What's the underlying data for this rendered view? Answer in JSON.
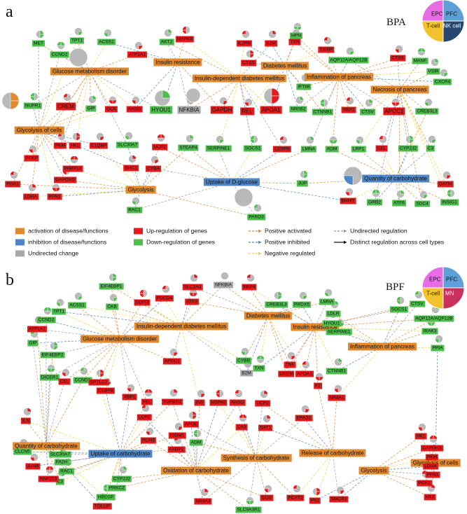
{
  "panels": {
    "a": {
      "letter": "a",
      "title": "BPA",
      "pie_legend": {
        "quadrants": [
          {
            "label": "EPC",
            "color": "#e86de4"
          },
          {
            "label": "PFC",
            "color": "#5d9fd6"
          },
          {
            "label": "T-cell",
            "color": "#f2c12e"
          },
          {
            "label": "NK cell",
            "color": "#27476e"
          }
        ]
      }
    },
    "b": {
      "letter": "b",
      "title": "BPF",
      "pie_legend": {
        "quadrants": [
          {
            "label": "EPC",
            "color": "#e86de4"
          },
          {
            "label": "PFC",
            "color": "#5d9fd6"
          },
          {
            "label": "T-cell",
            "color": "#f2c12e"
          },
          {
            "label": "MN",
            "color": "#c9305e"
          }
        ]
      }
    }
  },
  "colors": {
    "activation": "#e0892f",
    "inhibition": "#4f86c6",
    "undirected": "#a8a8a8",
    "up": "#e41a1c",
    "down": "#4dbd4d",
    "edge_pos_act": "#e0892f",
    "edge_pos_inh": "#4f86c6",
    "edge_neg": "#f0d23a",
    "edge_undir": "#9a9a9a",
    "edge_distinct": "#111111"
  },
  "key": {
    "activation": "activation of disease/functions",
    "inhibition": "inhibition of disease/functions",
    "undirected_change": "Undirected change",
    "up": "Up-regulation of genes",
    "down": "Down-regulation of genes",
    "positive_activated": "Positive activated",
    "positive_inhibited": "Positive inhibited",
    "negative_regulated": "Negative regulated",
    "undirected_regulation": "Undirected regulation",
    "distinct_regulation": "Distinct regulation across cell types"
  },
  "network_a": {
    "processes": [
      {
        "id": "gmd",
        "label": "Glucose metabolism disorder",
        "type": "act"
      },
      {
        "id": "ir",
        "label": "Insulin resistance",
        "type": "act"
      },
      {
        "id": "iddm",
        "label": "Insulin-dependent diabetes mellitus",
        "type": "act"
      },
      {
        "id": "dm",
        "label": "Diabetes mellitus",
        "type": "act"
      },
      {
        "id": "iop",
        "label": "Inflammation of pancreas",
        "type": "act"
      },
      {
        "id": "nop",
        "label": "Necrosis of pancreas",
        "type": "act"
      },
      {
        "id": "goc",
        "label": "Glycolysis of cells",
        "type": "act"
      },
      {
        "id": "gly",
        "label": "Glycolysis",
        "type": "act"
      },
      {
        "id": "udg",
        "label": "Uptake of D-glucose",
        "type": "inh"
      },
      {
        "id": "qoc",
        "label": "Quantity of carbohydrate",
        "type": "inh"
      }
    ],
    "genes": [
      {
        "id": "MET",
        "label": "MET",
        "reg": "down"
      },
      {
        "id": "TPT1",
        "label": "TPT1",
        "reg": "down"
      },
      {
        "id": "ACSS1",
        "label": "ACSS1",
        "reg": "down"
      },
      {
        "id": "CCND2",
        "label": "CCND2",
        "reg": "down"
      },
      {
        "id": "AKT2",
        "label": "AKT2",
        "reg": "down"
      },
      {
        "id": "ATP1A1",
        "label": "ATP1A1",
        "reg": "up"
      },
      {
        "id": "MAPK8",
        "label": "MAPK8",
        "reg": "up"
      },
      {
        "id": "IL2RB",
        "label": "IL2RB",
        "reg": "up"
      },
      {
        "id": "B2M",
        "label": "B2M",
        "reg": "up"
      },
      {
        "id": "HPN",
        "label": "HPN",
        "reg": "down"
      },
      {
        "id": "TXN",
        "label": "TXN",
        "reg": "up"
      },
      {
        "id": "TXNIP",
        "label": "TXNIP",
        "reg": "up"
      },
      {
        "id": "CTSS",
        "label": "CTSS",
        "reg": "up"
      },
      {
        "id": "AQP12",
        "label": "AQP12A/AQP12B",
        "reg": "down"
      },
      {
        "id": "CTSB",
        "label": "CTSB",
        "reg": "up"
      },
      {
        "id": "MANF",
        "label": "MANF",
        "reg": "down"
      },
      {
        "id": "VSIR",
        "label": "VSIR",
        "reg": "down"
      },
      {
        "id": "CXCR4",
        "label": "CXCR4",
        "reg": "down"
      },
      {
        "id": "NUPR1",
        "label": "NUPR1",
        "reg": "down"
      },
      {
        "id": "CREM",
        "label": "CREM",
        "reg": "up"
      },
      {
        "id": "GIP",
        "label": "GIP",
        "reg": "down"
      },
      {
        "id": "GCK",
        "label": "GCK",
        "reg": "up"
      },
      {
        "id": "AHSG",
        "label": "AHSG",
        "reg": "up"
      },
      {
        "id": "HYOU1",
        "label": "HYOU1",
        "reg": "down"
      },
      {
        "id": "NFKBIA",
        "label": "NFKBIA",
        "reg": "none"
      },
      {
        "id": "GAPDH",
        "label": "GAPDH",
        "reg": "up"
      },
      {
        "id": "REL",
        "label": "REL",
        "reg": "up"
      },
      {
        "id": "APOA1",
        "label": "APOA1",
        "reg": "up"
      },
      {
        "id": "NR0B2",
        "label": "NR0B2",
        "reg": "down"
      },
      {
        "id": "IFT88",
        "label": "IFT88",
        "reg": "down"
      },
      {
        "id": "CTNNB1",
        "label": "CTNNB1",
        "reg": "down"
      },
      {
        "id": "XBP1",
        "label": "XBP1",
        "reg": "up"
      },
      {
        "id": "CTSV",
        "label": "CTSV",
        "reg": "down"
      },
      {
        "id": "APOC1",
        "label": "APOC1",
        "reg": "up"
      },
      {
        "id": "CREB3L3",
        "label": "CREB3L3",
        "reg": "down"
      },
      {
        "id": "PKM",
        "label": "PKM",
        "reg": "up"
      },
      {
        "id": "HK1",
        "label": "HK1",
        "reg": "up"
      },
      {
        "id": "C1QBP",
        "label": "C1QBP",
        "reg": "up"
      },
      {
        "id": "SLC30A7",
        "label": "SLC30A7",
        "reg": "down"
      },
      {
        "id": "UCP2",
        "label": "UCP2",
        "reg": "up"
      },
      {
        "id": "STEAP4",
        "label": "STEAP4",
        "reg": "down"
      },
      {
        "id": "SERPINE1",
        "label": "SERPINE1",
        "reg": "down"
      },
      {
        "id": "SOCS1",
        "label": "SOCS1",
        "reg": "down"
      },
      {
        "id": "CEBPB",
        "label": "CEBPB",
        "reg": "up"
      },
      {
        "id": "LMNA",
        "label": "LMNA",
        "reg": "down"
      },
      {
        "id": "ADM",
        "label": "ADM",
        "reg": "down"
      },
      {
        "id": "LRP1",
        "label": "LRP1",
        "reg": "down"
      },
      {
        "id": "CEL",
        "label": "CEL",
        "reg": "up"
      },
      {
        "id": "CYP2J2",
        "label": "CYP2J2",
        "reg": "down"
      },
      {
        "id": "C3",
        "label": "C3",
        "reg": "down"
      },
      {
        "id": "PFKP",
        "label": "PFKP",
        "reg": "up"
      },
      {
        "id": "PARP14",
        "label": "PARP14",
        "reg": "up"
      },
      {
        "id": "SHC1",
        "label": "SHC1",
        "reg": "up"
      },
      {
        "id": "CYBA",
        "label": "CYBA",
        "reg": "up"
      },
      {
        "id": "GAPDHS",
        "label": "GAPDHS",
        "reg": "up"
      },
      {
        "id": "PGK1",
        "label": "PGK1",
        "reg": "up"
      },
      {
        "id": "LDHA",
        "label": "LDHA",
        "reg": "up"
      },
      {
        "id": "PFN1",
        "label": "PFN1",
        "reg": "up"
      },
      {
        "id": "RAC1",
        "label": "RAC1",
        "reg": "down"
      },
      {
        "id": "PARD3",
        "label": "PARD3",
        "reg": "down"
      },
      {
        "id": "JUP",
        "label": "JUP",
        "reg": "down"
      },
      {
        "id": "GATM",
        "label": "GATM",
        "reg": "up"
      },
      {
        "id": "BHMT",
        "label": "BHMT",
        "reg": "up"
      },
      {
        "id": "GRB2",
        "label": "GRB2",
        "reg": "down"
      },
      {
        "id": "ATF6",
        "label": "ATF6",
        "reg": "down"
      },
      {
        "id": "SDC4",
        "label": "SDC4",
        "reg": "down"
      },
      {
        "id": "INSIG1",
        "label": "INSIG1",
        "reg": "down"
      }
    ]
  },
  "network_b": {
    "processes": [
      {
        "id": "gmd",
        "label": "Glucose metabolism disorder",
        "type": "act"
      },
      {
        "id": "iddm",
        "label": "Insulin-dependent diabetes mellitus",
        "type": "act"
      },
      {
        "id": "dm",
        "label": "Diabetes mellitus",
        "type": "act"
      },
      {
        "id": "ir",
        "label": "Insulin resistance",
        "type": "act"
      },
      {
        "id": "iop",
        "label": "Inflammation of pancreas",
        "type": "act"
      },
      {
        "id": "goc",
        "label": "Glycolysis of cells",
        "type": "act"
      },
      {
        "id": "qoc",
        "label": "Quantity of carbohydrate",
        "type": "act"
      },
      {
        "id": "uoc",
        "label": "Uptake of carbohydrate",
        "type": "inh"
      },
      {
        "id": "ooc",
        "label": "Oxidation of carbohydrate",
        "type": "act"
      },
      {
        "id": "soc",
        "label": "Synthesis of carbohydrate",
        "type": "act"
      },
      {
        "id": "roc",
        "label": "Release of carbohydrate",
        "type": "act"
      },
      {
        "id": "gly",
        "label": "Glycolysis",
        "type": "act"
      }
    ],
    "genes": [
      {
        "id": "EIF4EBP1",
        "label": "EIF4EBP1",
        "reg": "down"
      },
      {
        "id": "ACSS1",
        "label": "ACSS1",
        "reg": "down"
      },
      {
        "id": "TPT1",
        "label": "TPT1",
        "reg": "down"
      },
      {
        "id": "CCND2",
        "label": "CCND2",
        "reg": "down"
      },
      {
        "id": "ATP1A1",
        "label": "ATP1A1",
        "reg": "up"
      },
      {
        "id": "CKB",
        "label": "CKB",
        "reg": "down"
      },
      {
        "id": "DDIT3",
        "label": "DDIT3",
        "reg": "up"
      },
      {
        "id": "PDCD4",
        "label": "PDCD4",
        "reg": "up"
      },
      {
        "id": "SLC2A3",
        "label": "SLC2A3",
        "reg": "up"
      },
      {
        "id": "ATF3",
        "label": "ATF3",
        "reg": "up"
      },
      {
        "id": "NFKBIA",
        "label": "NFKBIA",
        "reg": "none"
      },
      {
        "id": "RBP4",
        "label": "RBP4",
        "reg": "up"
      },
      {
        "id": "CREB3L3",
        "label": "CREB3L3",
        "reg": "down"
      },
      {
        "id": "PRDX5",
        "label": "PRDX5",
        "reg": "down"
      },
      {
        "id": "LMNA",
        "label": "LMNA",
        "reg": "down"
      },
      {
        "id": "LDLR",
        "label": "LDLR",
        "reg": "down"
      },
      {
        "id": "HYOU1",
        "label": "HYOU1",
        "reg": "down"
      },
      {
        "id": "SERPINE1",
        "label": "SERPINE1",
        "reg": "down"
      },
      {
        "id": "SOCS1",
        "label": "SOCS1",
        "reg": "down"
      },
      {
        "id": "CTSV",
        "label": "CTSV",
        "reg": "down"
      },
      {
        "id": "AQP12",
        "label": "AQP12A/AQP12B",
        "reg": "down"
      },
      {
        "id": "IRAK3",
        "label": "IRAK3",
        "reg": "down"
      },
      {
        "id": "PPIA",
        "label": "PPIA",
        "reg": "down"
      },
      {
        "id": "GIP",
        "label": "GIP",
        "reg": "down"
      },
      {
        "id": "EIF4EBP2",
        "label": "EIF4EBP2",
        "reg": "down"
      },
      {
        "id": "APOC1",
        "label": "APOC1",
        "reg": "up"
      },
      {
        "id": "CYBB",
        "label": "CYBB",
        "reg": "down"
      },
      {
        "id": "TXN",
        "label": "TXN",
        "reg": "down"
      },
      {
        "id": "B2M",
        "label": "B2M",
        "reg": "none"
      },
      {
        "id": "TNF",
        "label": "TNF",
        "reg": "up"
      },
      {
        "id": "CREM",
        "label": "CREM",
        "reg": "up"
      },
      {
        "id": "APOA1",
        "label": "APOA1",
        "reg": "up"
      },
      {
        "id": "CTNNB1",
        "label": "CTNNB1",
        "reg": "down"
      },
      {
        "id": "DICER1",
        "label": "DICER1",
        "reg": "down"
      },
      {
        "id": "CEL",
        "label": "CEL",
        "reg": "up"
      },
      {
        "id": "CCND1",
        "label": "CCND1",
        "reg": "down"
      },
      {
        "id": "SPTLC2",
        "label": "SPTLC2",
        "reg": "up"
      },
      {
        "id": "CEBPB",
        "label": "CEBPB",
        "reg": "up"
      },
      {
        "id": "XBP1",
        "label": "XBP1",
        "reg": "up"
      },
      {
        "id": "FEL",
        "label": "FEL",
        "reg": "up"
      },
      {
        "id": "TGFBR2",
        "label": "TGFBR2",
        "reg": "up"
      },
      {
        "id": "INS",
        "label": "INS",
        "reg": "up"
      },
      {
        "id": "HSPA5",
        "label": "HSPA5",
        "reg": "up"
      },
      {
        "id": "AHSG",
        "label": "AHSG",
        "reg": "up"
      },
      {
        "id": "UCP2",
        "label": "UCP2",
        "reg": "up"
      },
      {
        "id": "F2",
        "label": "F2",
        "reg": "up"
      },
      {
        "id": "NR4A1",
        "label": "NR4A1",
        "reg": "up"
      },
      {
        "id": "LCP2",
        "label": "LCP2",
        "reg": "up"
      },
      {
        "id": "APOE",
        "label": "APOE",
        "reg": "up"
      },
      {
        "id": "IDDM1",
        "label": "IDDM1",
        "reg": "up"
      },
      {
        "id": "PLIN5",
        "label": "PLIN5",
        "reg": "up"
      },
      {
        "id": "CA3",
        "label": "CA3",
        "reg": "up"
      },
      {
        "id": "SAT1",
        "label": "SAT1",
        "reg": "up"
      },
      {
        "id": "EPAS1",
        "label": "EPAS1",
        "reg": "up"
      },
      {
        "id": "ADM",
        "label": "ADM",
        "reg": "down"
      },
      {
        "id": "FABP1",
        "label": "FABP1",
        "reg": "up"
      },
      {
        "id": "ILN",
        "label": "ILN",
        "reg": "up"
      },
      {
        "id": "CLCN5",
        "label": "CLCN5",
        "reg": "down"
      },
      {
        "id": "SLC30A7",
        "label": "SLC30A7",
        "reg": "down"
      },
      {
        "id": "FA2H",
        "label": "FA2H",
        "reg": "down"
      },
      {
        "id": "RAC1",
        "label": "RAC1",
        "reg": "down"
      },
      {
        "id": "C3",
        "label": "C3",
        "reg": "down"
      },
      {
        "id": "JUNB",
        "label": "JUNB",
        "reg": "up"
      },
      {
        "id": "RNF213",
        "label": "RNF213",
        "reg": "up"
      },
      {
        "id": "CYP2J2",
        "label": "CYP2J2",
        "reg": "down"
      },
      {
        "id": "PRKCZ",
        "label": "PRKCZ",
        "reg": "down"
      },
      {
        "id": "HBEGF",
        "label": "HBEGF",
        "reg": "down"
      },
      {
        "id": "TOLLIP",
        "label": "TOLLIP",
        "reg": "up"
      },
      {
        "id": "NR4A3",
        "label": "NR4A3",
        "reg": "up"
      },
      {
        "id": "SLC9A3R1",
        "label": "SLC9A3R1",
        "reg": "down"
      },
      {
        "id": "GCG",
        "label": "GCG",
        "reg": "up"
      },
      {
        "id": "PCYT2",
        "label": "PCYT2",
        "reg": "up"
      },
      {
        "id": "FN1",
        "label": "FN1",
        "reg": "up"
      },
      {
        "id": "SMCR1",
        "label": "SMCR1",
        "reg": "up"
      },
      {
        "id": "HK1",
        "label": "HK1",
        "reg": "up"
      },
      {
        "id": "GAPDHS",
        "label": "GAPDHS",
        "reg": "up"
      },
      {
        "id": "PKM",
        "label": "PKM",
        "reg": "up"
      },
      {
        "id": "LDHA",
        "label": "LDHA",
        "reg": "up"
      },
      {
        "id": "PFN1",
        "label": "PFN1",
        "reg": "up"
      },
      {
        "id": "PGK1",
        "label": "PGK1",
        "reg": "up"
      },
      {
        "id": "HK2",
        "label": "HK2",
        "reg": "up"
      }
    ]
  }
}
